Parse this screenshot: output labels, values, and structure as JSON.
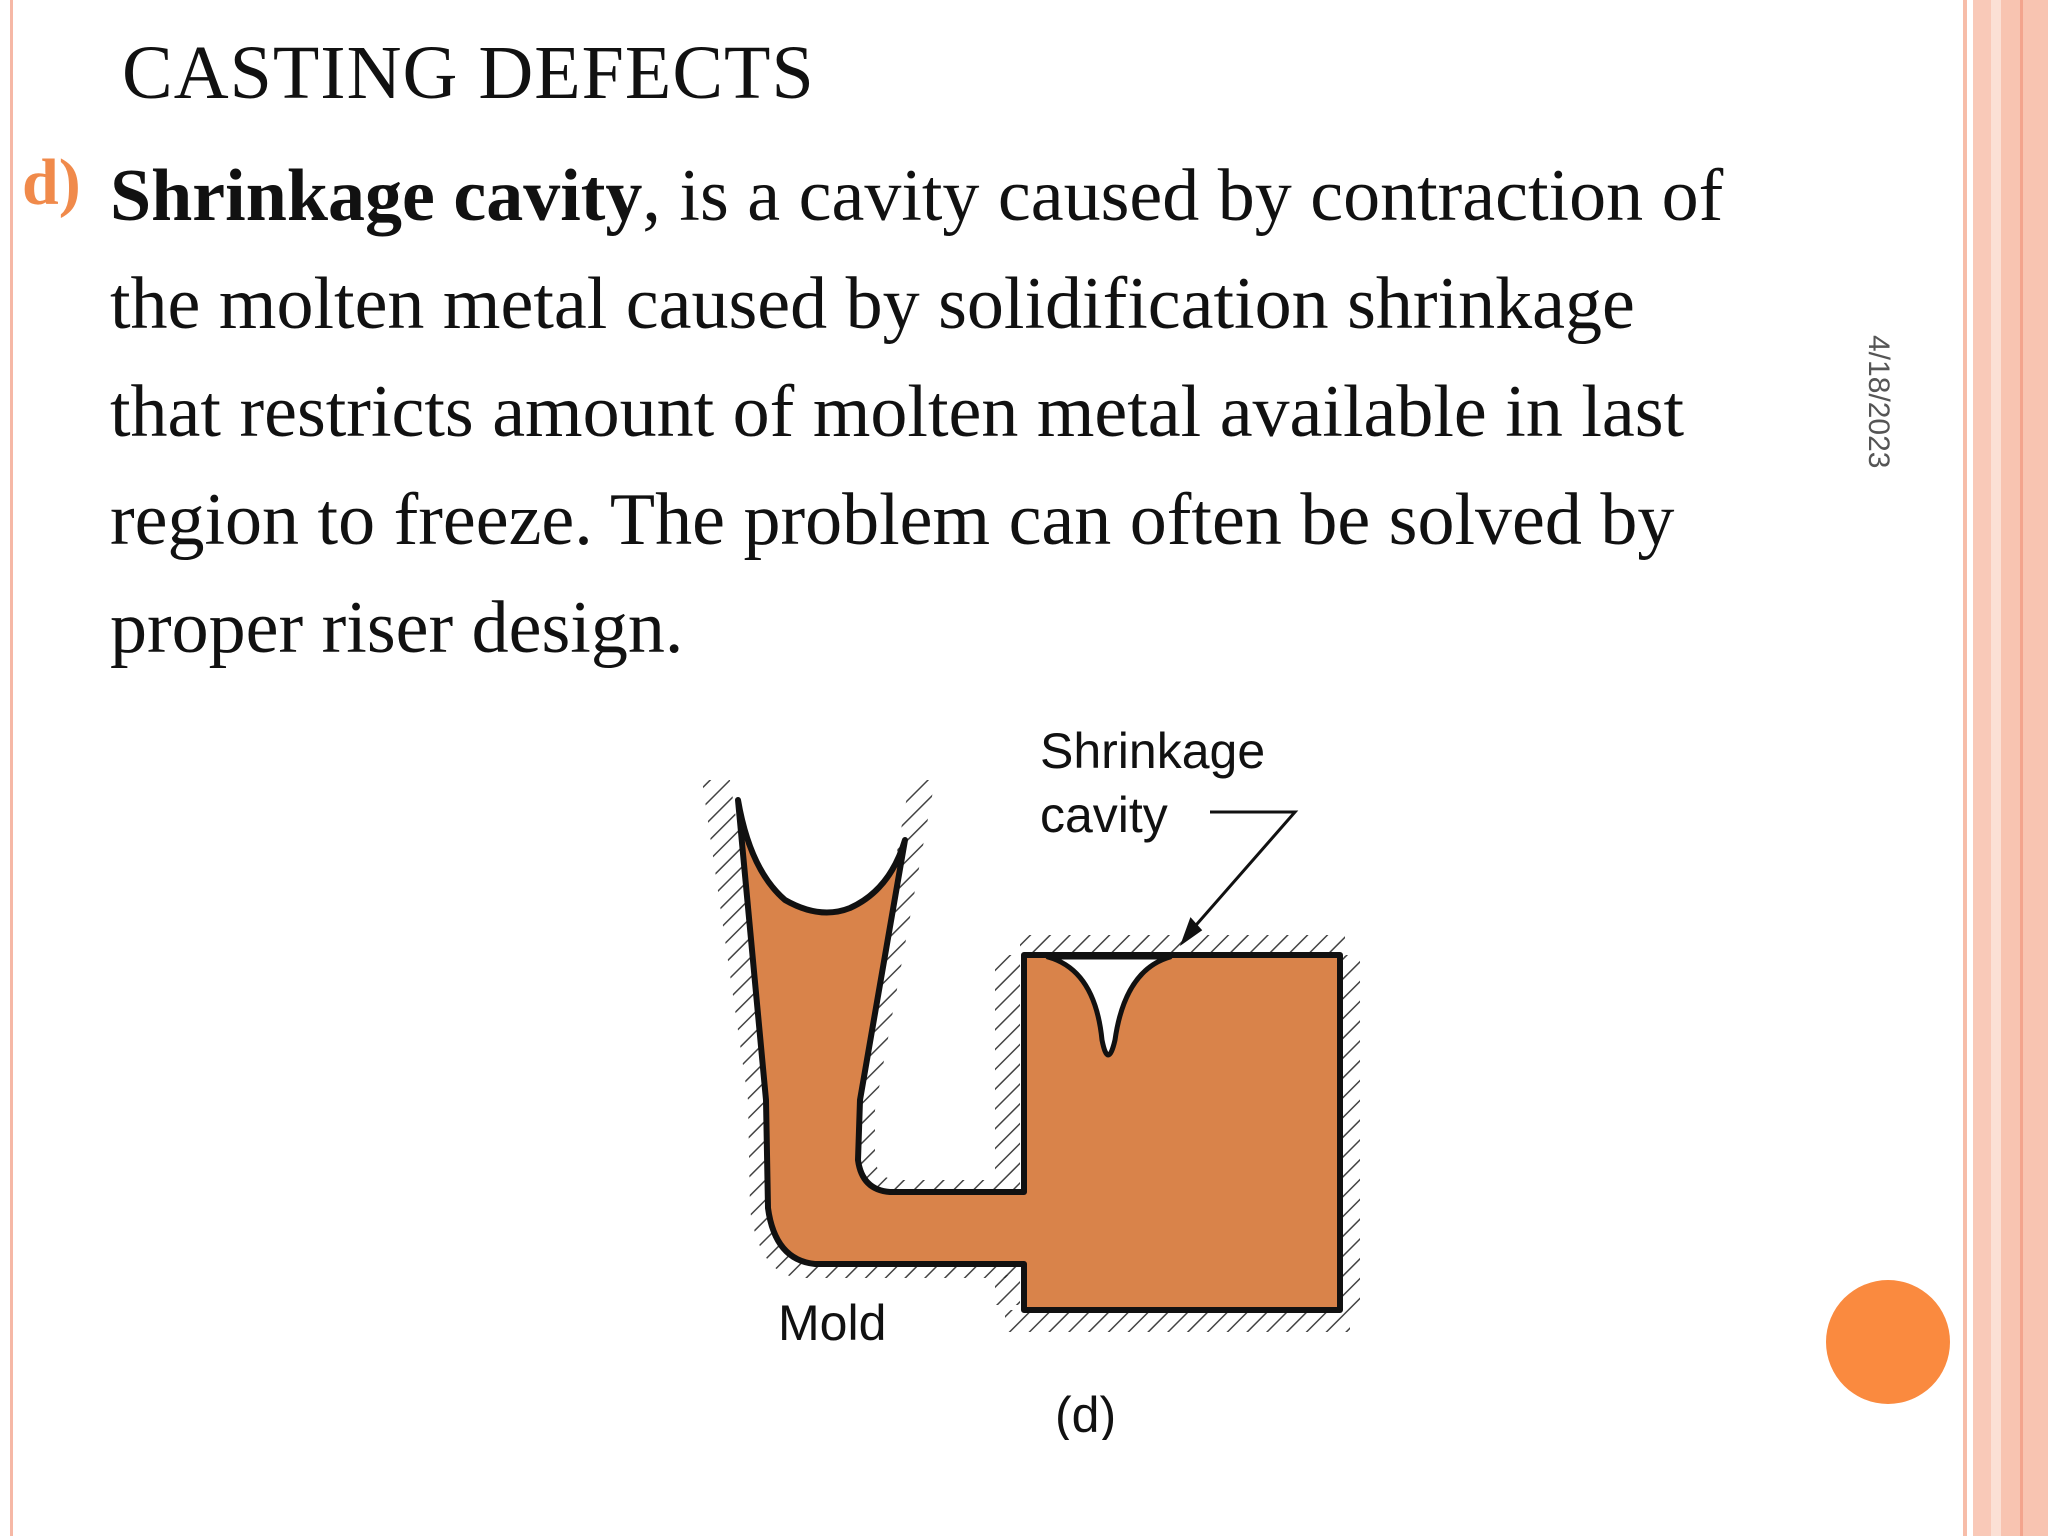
{
  "slide": {
    "title": "CASTING  DEFECTS",
    "bullet_marker": "d)",
    "term": "Shrinkage cavity",
    "text_lines": [
      ", is a cavity caused by contraction of",
      "the molten metal caused by solidification shrinkage",
      "that restricts amount of molten metal available in last",
      "region to freeze. The problem can often be solved by",
      "proper riser design."
    ],
    "date": "4/18/2023"
  },
  "diagram": {
    "label_cavity_line1": "Shrinkage",
    "label_cavity_line2": "cavity",
    "label_mold": "Mold",
    "caption": "(d)",
    "metal_color": "#d9834a"
  },
  "colors": {
    "accent": "#fa8a3f",
    "marker": "#f08a4b",
    "border": "#f8c4b1"
  }
}
